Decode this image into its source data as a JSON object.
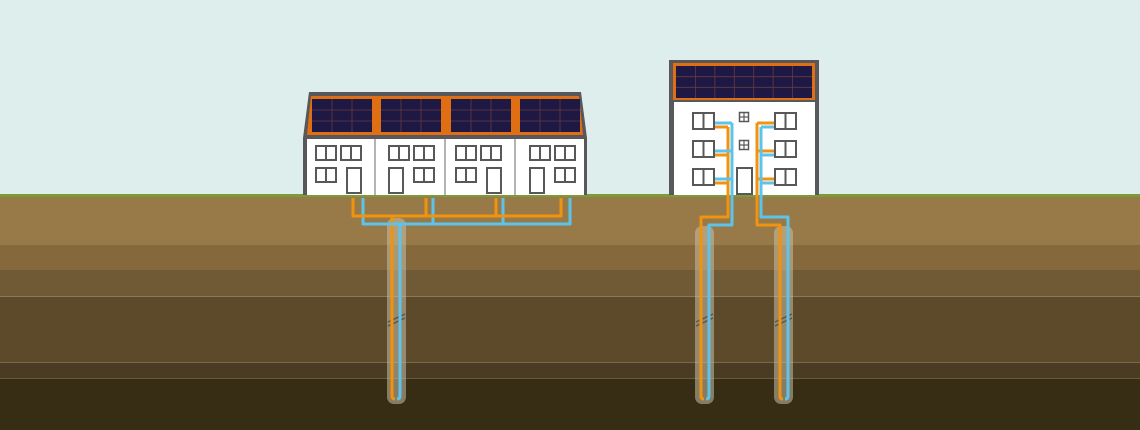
{
  "colors": {
    "sky": "#deeeec",
    "grass": "#7c9a3a",
    "soil_layers": [
      "#977a47",
      "#85683c",
      "#6f5a35",
      "#5c4a2a",
      "#4a3c22",
      "#372d15"
    ],
    "wall": "#ffffff",
    "frame": "#58585a",
    "roof_tile": "#e06f14",
    "solar_panel": "#1e1845",
    "supply_pipe": "#f0930f",
    "return_pipe": "#5ec3ea",
    "borehole": "#c9bda6"
  },
  "elements": {
    "row_houses": {
      "units": 4,
      "solar_roof": true,
      "borehole_count": 1
    },
    "apartment_building": {
      "floors": 3,
      "solar_roof": true,
      "borehole_count": 2
    }
  }
}
